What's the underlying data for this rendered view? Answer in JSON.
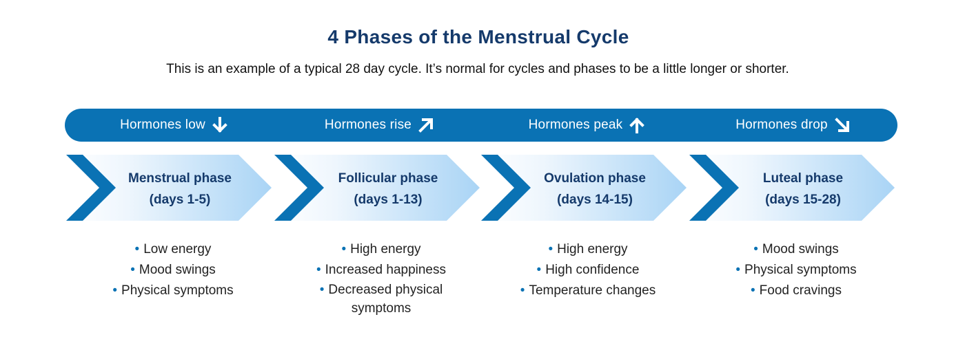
{
  "title": "4 Phases of the Menstrual Cycle",
  "subtitle": "This is an example of a typical 28 day cycle. It’s normal for cycles and phases to be a little longer or shorter.",
  "colors": {
    "primary": "#0a72b4",
    "navy": "#153a6b",
    "light": "#a9d4f5"
  },
  "hormones": [
    {
      "label": "Hormones low",
      "icon": "arrow-down-icon"
    },
    {
      "label": "Hormones rise",
      "icon": "arrow-up-right-icon"
    },
    {
      "label": "Hormones peak",
      "icon": "arrow-up-icon"
    },
    {
      "label": "Hormones drop",
      "icon": "arrow-down-right-icon"
    }
  ],
  "phases": [
    {
      "name": "Menstrual phase",
      "days": "(days 1-5)",
      "effects": [
        "Low energy",
        "Mood swings",
        "Physical symptoms"
      ]
    },
    {
      "name": "Follicular phase",
      "days": "(days 1-13)",
      "effects": [
        "High energy",
        "Increased happiness",
        "Decreased physical symptoms"
      ]
    },
    {
      "name": "Ovulation phase",
      "days": "(days 14-15)",
      "effects": [
        "High energy",
        "High confidence",
        "Temperature changes"
      ]
    },
    {
      "name": "Luteal phase",
      "days": "(days 15-28)",
      "effects": [
        "Mood swings",
        "Physical symptoms",
        "Food cravings"
      ]
    }
  ]
}
